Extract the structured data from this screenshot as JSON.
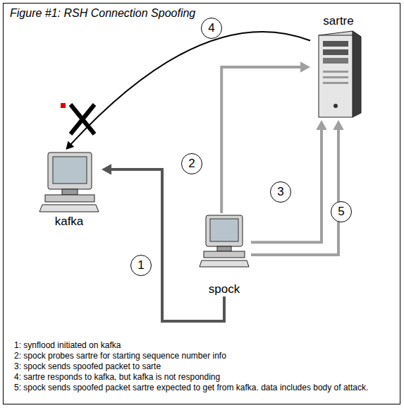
{
  "diagram": {
    "title": "Figure #1: RSH Connection Spoofing",
    "nodes": [
      {
        "text": [
          "sartre"
        ]
      },
      {
        "text": [
          "kafka"
        ]
      },
      {
        "text": [
          "spock"
        ]
      }
    ],
    "edges": [
      {
        "from": 2,
        "to": 1,
        "arrow": "to",
        "label": "1"
      },
      {
        "from": 2,
        "to": 0,
        "arrow": "to",
        "label": "2"
      },
      {
        "from": 2,
        "to": 0,
        "arrow": "to",
        "label": "3"
      },
      {
        "from": 0,
        "to": 1,
        "arrow": "to",
        "label": "4"
      },
      {
        "from": 2,
        "to": 0,
        "arrow": "to",
        "label": "5"
      }
    ],
    "labels": [
      "1: synflood initiated on kafka",
      "2: spock probes sartre for starting sequence number info",
      "3: spock sends spoofed packet to sarte",
      "4: sartre responds to kafka, but kafka is not responding",
      "5: spock sends spoofed packet sartre expected to get from kafka. data includes body of attack."
    ]
  }
}
